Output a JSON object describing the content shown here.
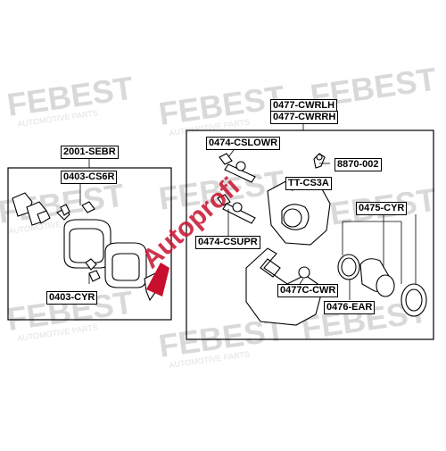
{
  "watermark": {
    "brand": "FEBEST",
    "tagline": "AUTOMOTIVE PARTS",
    "overlay_logo": "Autoprofi",
    "brand_color": "#d9d9d9",
    "overlay_color": "#c8102e"
  },
  "left_group": {
    "kit_label": "2001-SEBR",
    "pad_kit_label": "0403-CS6R",
    "clip_label": "0403-CYR"
  },
  "right_group": {
    "caliper_label_lh": "0477-CWRLH",
    "caliper_label_rh": "0477-CWRRH",
    "lower_pin_label": "0474-CSLOWR",
    "upper_pin_label": "0474-CSUPR",
    "bleeder_label": "8870-002",
    "caliper_body_label": "TT-CS3A",
    "piston_kit_label": "0475-CYR",
    "bracket_label": "0477C-CWR",
    "seal_label": "0476-EAR"
  }
}
